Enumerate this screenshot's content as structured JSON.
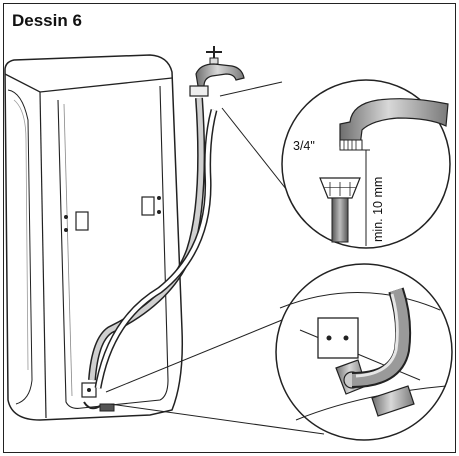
{
  "figure": {
    "title": "Dessin 6",
    "detail_top": {
      "thread_label": "3/4\"",
      "distance_label": "min. 10 mm"
    }
  }
}
